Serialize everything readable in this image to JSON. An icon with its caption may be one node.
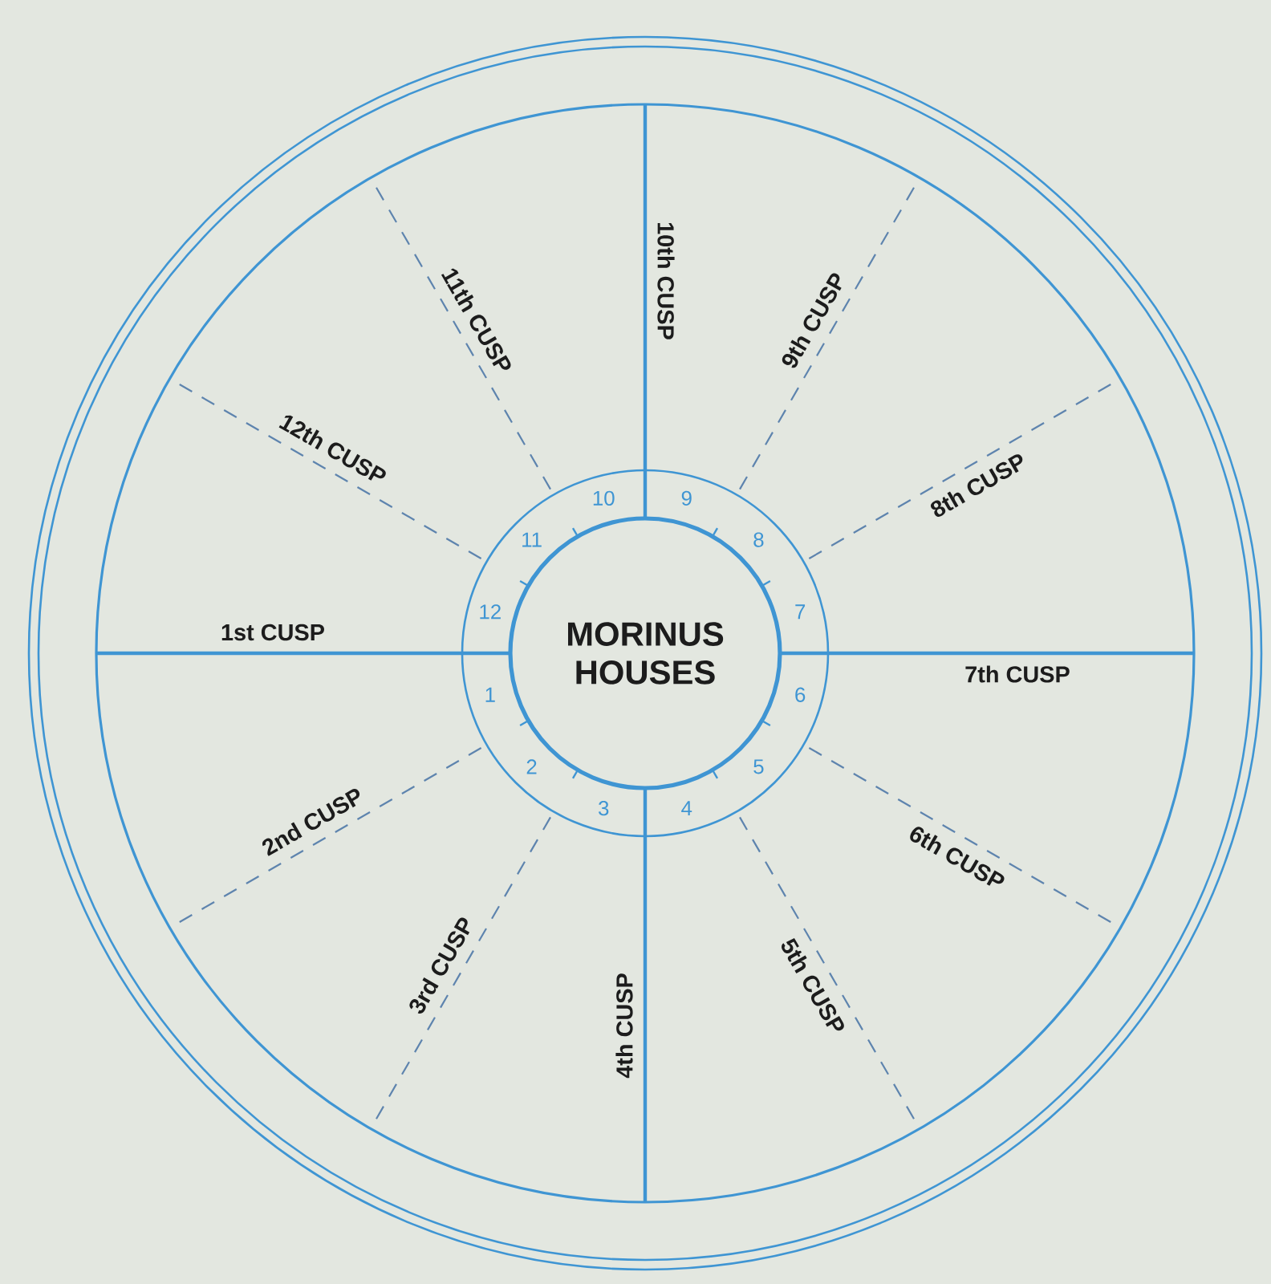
{
  "diagram": {
    "nodes": [
      {
        "text": [
          "MORINUS HOUSES"
        ]
      }
    ],
    "labels": [
      "1st CUSP",
      "2nd CUSP",
      "3rd CUSP",
      "4th CUSP",
      "5th CUSP",
      "6th CUSP",
      "7th CUSP",
      "8th CUSP",
      "9th CUSP",
      "10th CUSP",
      "11th CUSP",
      "12th CUSP",
      "1",
      "2",
      "3",
      "4",
      "5",
      "6",
      "7",
      "8",
      "9",
      "10",
      "11",
      "12"
    ]
  }
}
